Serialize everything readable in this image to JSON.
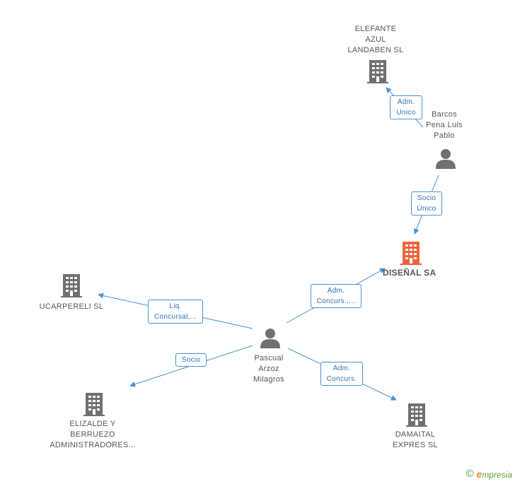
{
  "colors": {
    "edge": "#4a90d9",
    "building": "#707070",
    "building_main": "#f0643c",
    "person": "#707070"
  },
  "nodes": {
    "elefante": {
      "label": "ELEFANTE\nAZUL\nLANDABEN SL",
      "icon": "building-icon"
    },
    "barcos": {
      "label": "Barcos\nPena Luis\nPablo",
      "icon": "person-icon"
    },
    "disenal": {
      "label": "DISEÑAL SA",
      "icon": "building-icon"
    },
    "ucarpereli": {
      "label": "UCARPERELI SL",
      "icon": "building-icon"
    },
    "pascual": {
      "label": "Pascual\nArzoz\nMilagros",
      "icon": "person-icon"
    },
    "elizalde": {
      "label": "ELIZALDE Y\nBERRUEZO\nADMINISTRADORES...",
      "icon": "building-icon"
    },
    "damaital": {
      "label": "DAMAITAL\nEXPRES SL",
      "icon": "building-icon"
    }
  },
  "edges": {
    "adm_unico": "Adm.\nUnico",
    "socio_unico": "Socio\nÚnico",
    "adm_concurs_1": "Adm.\nConcurs.,...",
    "liq_concursal": "Liq.\nConcursal,...",
    "socio": "Socio",
    "adm_concurs_2": "Adm.\nConcurs."
  },
  "footer": {
    "copyright": "©",
    "brand_e": "e",
    "brand_rest": "mpresia"
  }
}
